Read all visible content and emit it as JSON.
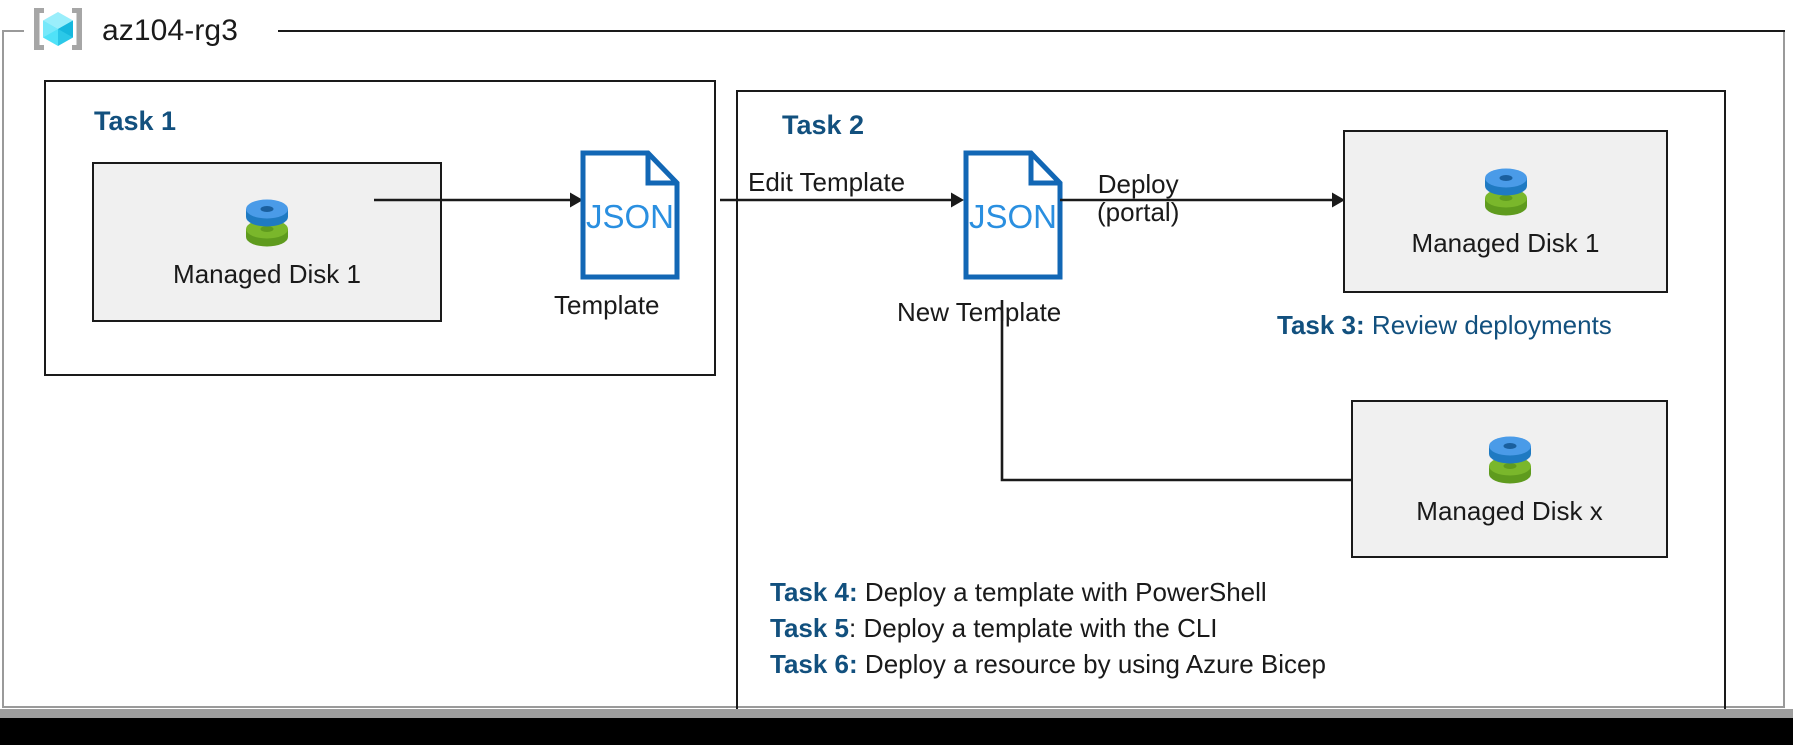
{
  "resource_group": {
    "name": "az104-rg3",
    "icon": "azure-resource-group-cube-icon"
  },
  "tasks": {
    "task1": {
      "heading": "Task 1"
    },
    "task2": {
      "heading": "Task 2"
    },
    "task3": {
      "label": "Task 3:",
      "text": " Review deployments"
    },
    "task4": {
      "label": "Task 4:",
      "text": " Deploy a template with PowerShell"
    },
    "task5": {
      "label": "Task 5",
      "text": ": Deploy a template with the CLI"
    },
    "task6": {
      "label": "Task 6:",
      "text": " Deploy a resource by using Azure Bicep"
    }
  },
  "nodes": {
    "disk_source": {
      "label": "Managed Disk 1",
      "icon": "managed-disk-icon"
    },
    "disk_deployed": {
      "label": "Managed Disk 1",
      "icon": "managed-disk-icon"
    },
    "disk_scaled": {
      "label": "Managed Disk x",
      "icon": "managed-disk-icon"
    },
    "template_original": {
      "glyph": "JSON",
      "caption": "Template",
      "icon": "json-document-icon"
    },
    "template_new": {
      "glyph": "JSON",
      "caption": "New Template",
      "icon": "json-document-icon"
    }
  },
  "connectors": {
    "export": {
      "label": ""
    },
    "edit": {
      "label": "Edit Template"
    },
    "deploy_line1": {
      "label": "Deploy"
    },
    "deploy_line2": {
      "label": "(portal)"
    },
    "deploy_scaled": {
      "label": ""
    }
  },
  "colors": {
    "accent_blue": "#12507e",
    "json_blue": "#1267b5",
    "disk_blue": "#3e95e0",
    "disk_green": "#7ab72b",
    "cube_cyan": "#50e2f8",
    "box_fill": "#f0f0f0",
    "stroke": "#1a1a1a",
    "rg_border": "#9a9a9a"
  }
}
